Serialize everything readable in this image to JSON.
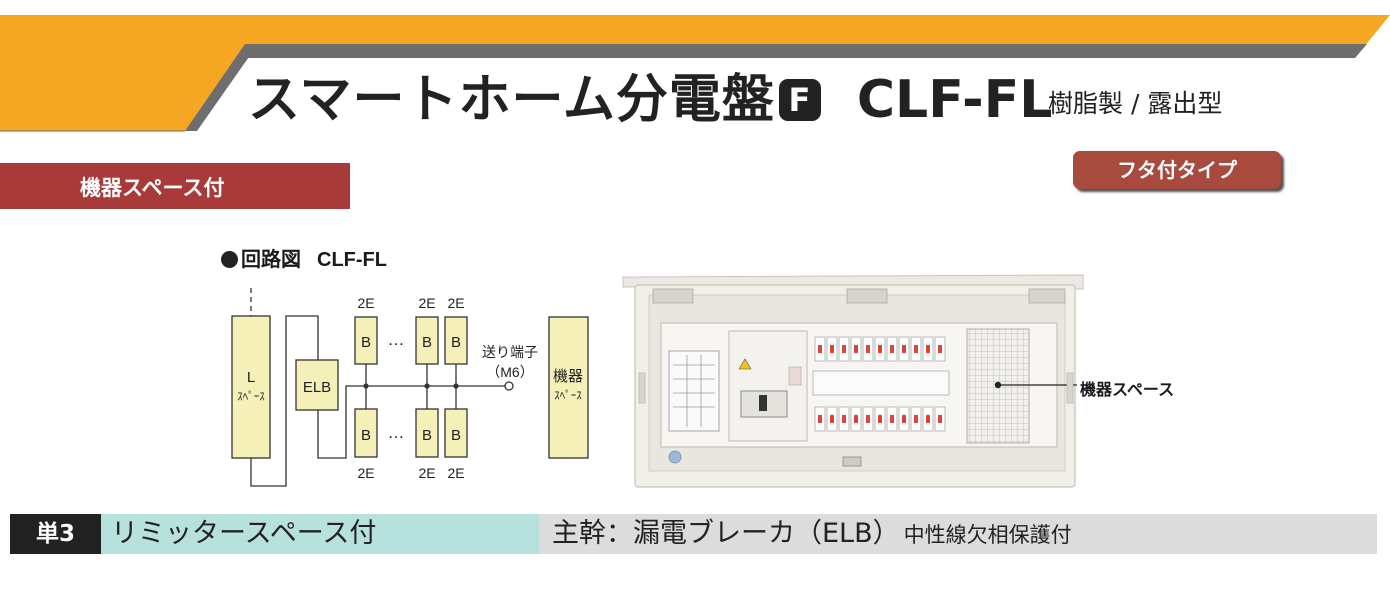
{
  "header": {
    "title": "スマートホーム分電盤",
    "title_mark": "F",
    "model": "CLF-FL",
    "material": "樹脂製 / 露出型",
    "equipment_space_band": "機器スペース付",
    "lid_type_badge": "フタ付タイプ"
  },
  "diagram": {
    "title": "回路図",
    "model": "CLF-FL",
    "limiter_block": "L",
    "limiter_sub": "ｽﾍﾟｰｽ",
    "elb": "ELB",
    "breaker": "B",
    "ellipsis": "…",
    "rating": "2E",
    "terminal_label": "送り端子",
    "terminal_spec": "（M6）",
    "equipment_block": "機器",
    "equipment_sub": "ｽﾍﾟｰｽ"
  },
  "photo": {
    "equipment_space_callout": "機器スペース"
  },
  "spec_bar": {
    "phase": "単3",
    "limiter": "リミッタースペース付",
    "main_breaker": "主幹：漏電ブレーカ（ELB）",
    "main_note": "中性線欠相保護付"
  },
  "colors": {
    "banner_orange": "#f5a623",
    "banner_gray": "#6e6e6e",
    "band_red": "#a83a3a",
    "badge_red": "#a84a3e",
    "block_fill": "#f5efb8",
    "limiter_teal": "#b6e1dc",
    "spec_gray": "#dcdcdc"
  }
}
